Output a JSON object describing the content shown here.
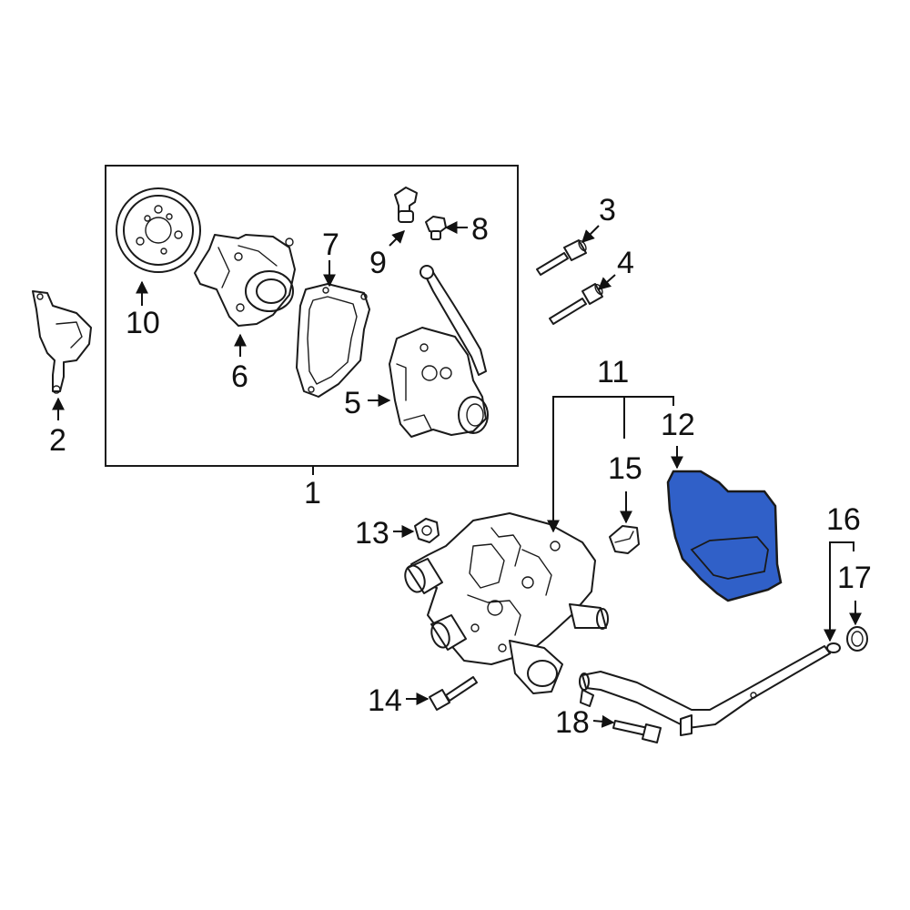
{
  "callouts": {
    "c1": "1",
    "c2": "2",
    "c3": "3",
    "c4": "4",
    "c5": "5",
    "c6": "6",
    "c7": "7",
    "c8": "8",
    "c9": "9",
    "c10": "10",
    "c11": "11",
    "c12": "12",
    "c13": "13",
    "c14": "14",
    "c15": "15",
    "c16": "16",
    "c17": "17",
    "c18": "18"
  },
  "colors": {
    "highlight_part": "#3060C8",
    "line": "#1a1a1a",
    "background": "#ffffff"
  },
  "highlighted_part": "12"
}
